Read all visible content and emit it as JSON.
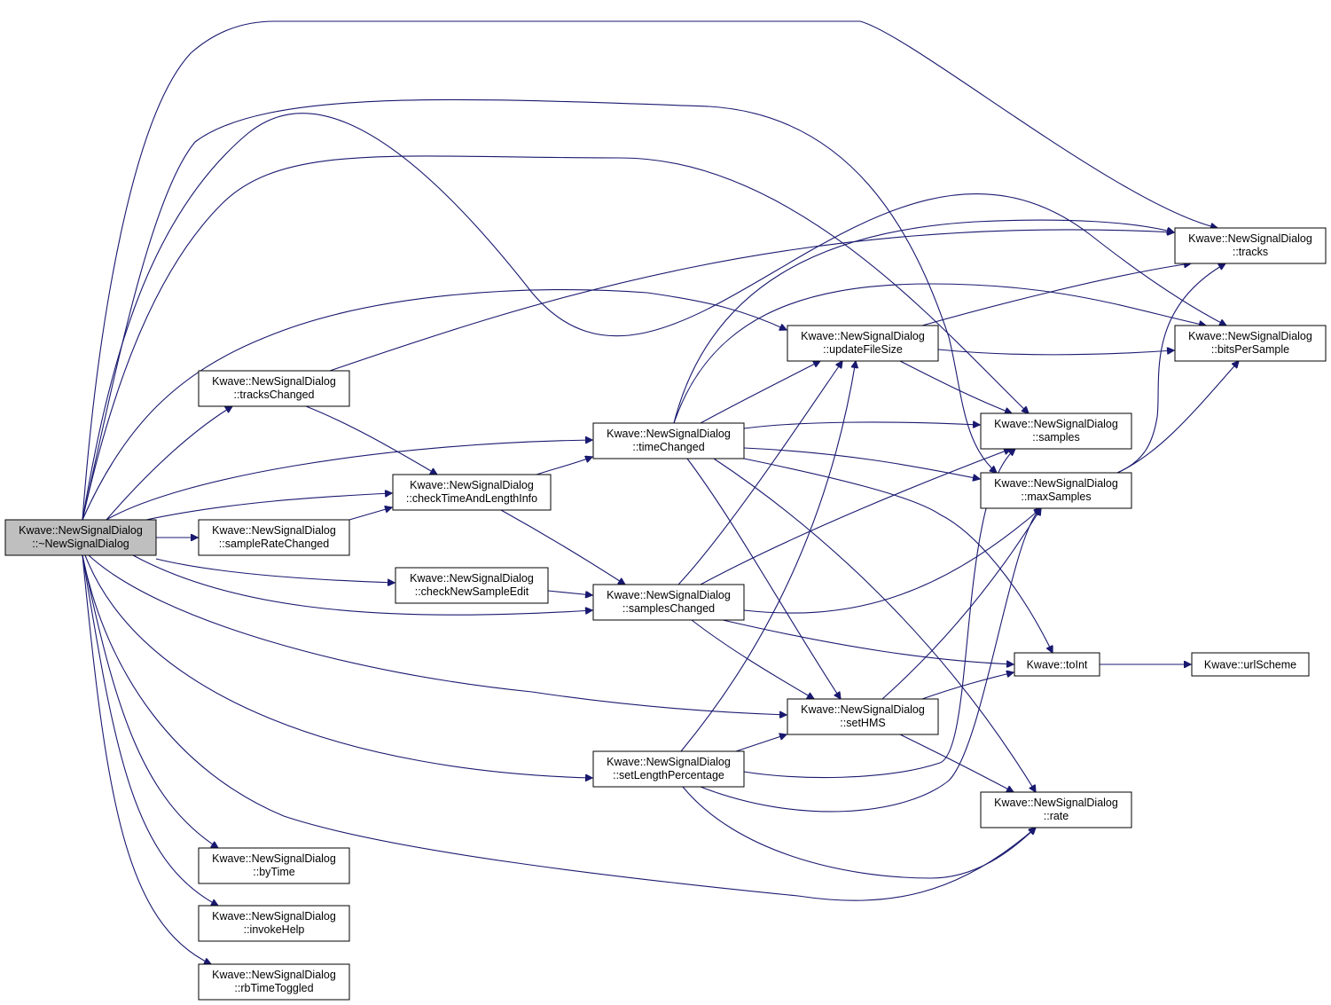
{
  "graph": {
    "root_id": "dtor",
    "nodes": [
      {
        "id": "dtor",
        "line1": "Kwave::NewSignalDialog",
        "line2": "::~NewSignalDialog",
        "root": true
      },
      {
        "id": "tracksChanged",
        "line1": "Kwave::NewSignalDialog",
        "line2": "::tracksChanged"
      },
      {
        "id": "sampleRateChanged",
        "line1": "Kwave::NewSignalDialog",
        "line2": "::sampleRateChanged"
      },
      {
        "id": "checkTimeAndLengthInfo",
        "line1": "Kwave::NewSignalDialog",
        "line2": "::checkTimeAndLengthInfo"
      },
      {
        "id": "checkNewSampleEdit",
        "line1": "Kwave::NewSignalDialog",
        "line2": "::checkNewSampleEdit"
      },
      {
        "id": "timeChanged",
        "line1": "Kwave::NewSignalDialog",
        "line2": "::timeChanged"
      },
      {
        "id": "samplesChanged",
        "line1": "Kwave::NewSignalDialog",
        "line2": "::samplesChanged"
      },
      {
        "id": "setLengthPercentage",
        "line1": "Kwave::NewSignalDialog",
        "line2": "::setLengthPercentage"
      },
      {
        "id": "updateFileSize",
        "line1": "Kwave::NewSignalDialog",
        "line2": "::updateFileSize"
      },
      {
        "id": "setHMS",
        "line1": "Kwave::NewSignalDialog",
        "line2": "::setHMS"
      },
      {
        "id": "samples",
        "line1": "Kwave::NewSignalDialog",
        "line2": "::samples"
      },
      {
        "id": "maxSamples",
        "line1": "Kwave::NewSignalDialog",
        "line2": "::maxSamples"
      },
      {
        "id": "rate",
        "line1": "Kwave::NewSignalDialog",
        "line2": "::rate"
      },
      {
        "id": "tracks",
        "line1": "Kwave::NewSignalDialog",
        "line2": "::tracks"
      },
      {
        "id": "bitsPerSample",
        "line1": "Kwave::NewSignalDialog",
        "line2": "::bitsPerSample"
      },
      {
        "id": "toInt",
        "line1": "Kwave::toInt",
        "line2": ""
      },
      {
        "id": "urlScheme",
        "line1": "Kwave::urlScheme",
        "line2": ""
      },
      {
        "id": "byTime",
        "line1": "Kwave::NewSignalDialog",
        "line2": "::byTime"
      },
      {
        "id": "invokeHelp",
        "line1": "Kwave::NewSignalDialog",
        "line2": "::invokeHelp"
      },
      {
        "id": "rbTimeToggled",
        "line1": "Kwave::NewSignalDialog",
        "line2": "::rbTimeToggled"
      }
    ],
    "edges": [
      [
        "dtor",
        "tracks"
      ],
      [
        "dtor",
        "bitsPerSample"
      ],
      [
        "dtor",
        "samples"
      ],
      [
        "dtor",
        "maxSamples"
      ],
      [
        "dtor",
        "updateFileSize"
      ],
      [
        "dtor",
        "tracksChanged"
      ],
      [
        "dtor",
        "timeChanged"
      ],
      [
        "dtor",
        "checkTimeAndLengthInfo"
      ],
      [
        "dtor",
        "sampleRateChanged"
      ],
      [
        "dtor",
        "checkNewSampleEdit"
      ],
      [
        "dtor",
        "samplesChanged"
      ],
      [
        "dtor",
        "setHMS"
      ],
      [
        "dtor",
        "setLengthPercentage"
      ],
      [
        "dtor",
        "rate"
      ],
      [
        "dtor",
        "byTime"
      ],
      [
        "dtor",
        "invokeHelp"
      ],
      [
        "dtor",
        "rbTimeToggled"
      ],
      [
        "tracksChanged",
        "tracks"
      ],
      [
        "tracksChanged",
        "checkTimeAndLengthInfo"
      ],
      [
        "sampleRateChanged",
        "checkTimeAndLengthInfo"
      ],
      [
        "checkTimeAndLengthInfo",
        "timeChanged"
      ],
      [
        "checkTimeAndLengthInfo",
        "samplesChanged"
      ],
      [
        "checkNewSampleEdit",
        "samplesChanged"
      ],
      [
        "timeChanged",
        "tracks"
      ],
      [
        "timeChanged",
        "bitsPerSample"
      ],
      [
        "timeChanged",
        "updateFileSize"
      ],
      [
        "timeChanged",
        "samples"
      ],
      [
        "timeChanged",
        "maxSamples"
      ],
      [
        "timeChanged",
        "toInt"
      ],
      [
        "timeChanged",
        "setHMS"
      ],
      [
        "timeChanged",
        "rate"
      ],
      [
        "samplesChanged",
        "updateFileSize"
      ],
      [
        "samplesChanged",
        "samples"
      ],
      [
        "samplesChanged",
        "maxSamples"
      ],
      [
        "samplesChanged",
        "toInt"
      ],
      [
        "samplesChanged",
        "setHMS"
      ],
      [
        "setLengthPercentage",
        "updateFileSize"
      ],
      [
        "setLengthPercentage",
        "setHMS"
      ],
      [
        "setLengthPercentage",
        "samples"
      ],
      [
        "setLengthPercentage",
        "maxSamples"
      ],
      [
        "setLengthPercentage",
        "rate"
      ],
      [
        "updateFileSize",
        "tracks"
      ],
      [
        "updateFileSize",
        "bitsPerSample"
      ],
      [
        "updateFileSize",
        "samples"
      ],
      [
        "setHMS",
        "maxSamples"
      ],
      [
        "setHMS",
        "toInt"
      ],
      [
        "setHMS",
        "rate"
      ],
      [
        "maxSamples",
        "tracks"
      ],
      [
        "maxSamples",
        "bitsPerSample"
      ],
      [
        "toInt",
        "urlScheme"
      ]
    ]
  }
}
